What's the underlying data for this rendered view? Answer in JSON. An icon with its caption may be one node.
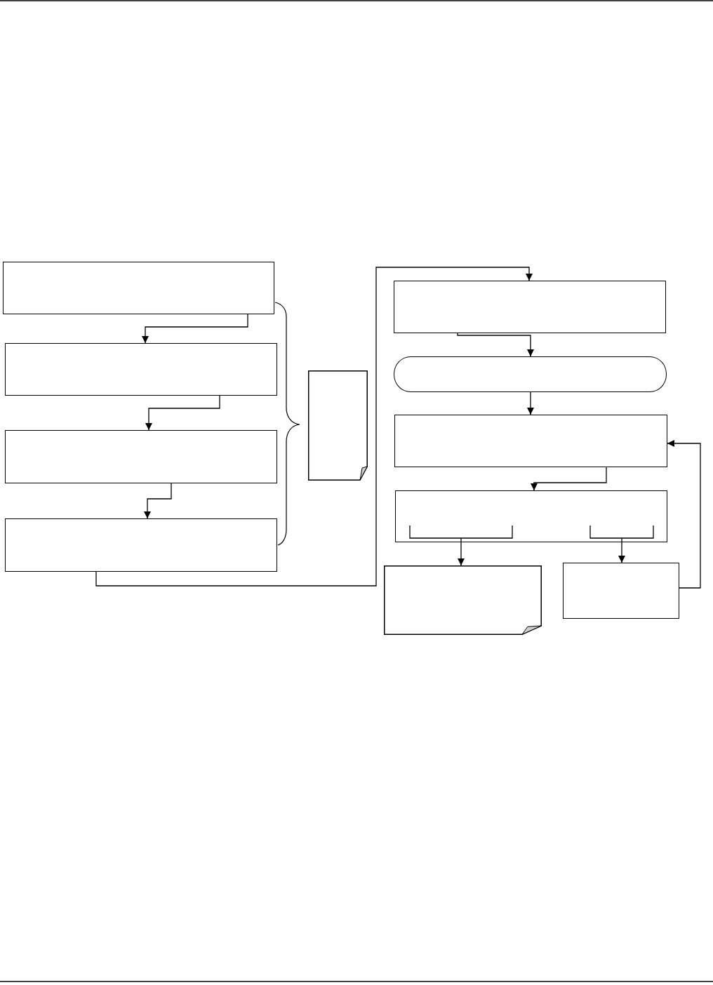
{
  "diagram": {
    "nodes": [
      {
        "text": [],
        "shape": "box"
      },
      {
        "text": [],
        "shape": "box"
      },
      {
        "text": [],
        "shape": "box"
      },
      {
        "text": [],
        "shape": "box"
      },
      {
        "text": [],
        "shape": "note"
      },
      {
        "text": [],
        "shape": "box"
      },
      {
        "text": [],
        "shape": "pill"
      },
      {
        "text": [],
        "shape": "box"
      },
      {
        "text": [],
        "shape": "box"
      },
      {
        "text": [],
        "shape": "note"
      },
      {
        "text": [],
        "shape": "box"
      }
    ],
    "edges": [
      {
        "from": 0,
        "to": 1,
        "arrow": "to"
      },
      {
        "from": 1,
        "to": 2,
        "arrow": "to"
      },
      {
        "from": 2,
        "to": 3,
        "arrow": "to"
      },
      {
        "from": 3,
        "to": 5,
        "arrow": "to"
      },
      {
        "from": 5,
        "to": 6,
        "arrow": "to"
      },
      {
        "from": 6,
        "to": 7,
        "arrow": "to"
      },
      {
        "from": 7,
        "to": 8,
        "arrow": "to"
      },
      {
        "from": 8,
        "to": 9,
        "arrow": "to"
      },
      {
        "from": 8,
        "to": 10,
        "arrow": "to"
      },
      {
        "from": 10,
        "to": 7,
        "arrow": "to"
      }
    ]
  }
}
